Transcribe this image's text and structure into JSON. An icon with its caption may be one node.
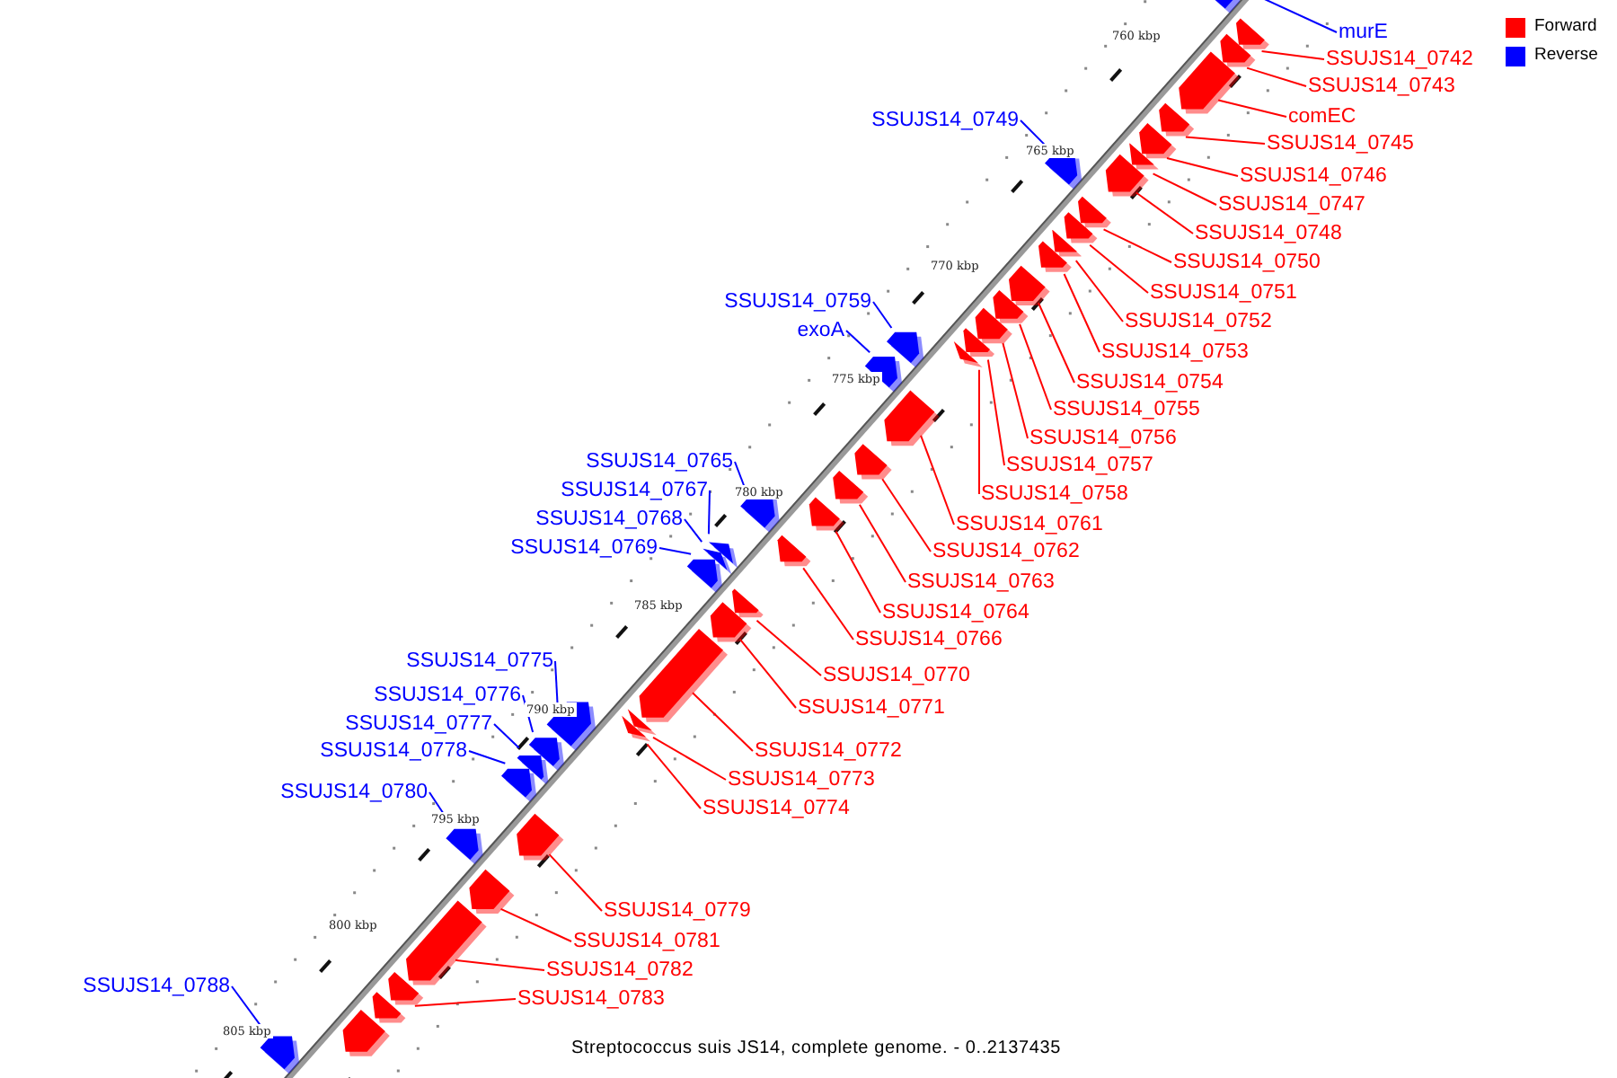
{
  "diagram": {
    "caption": "Streptococcus suis JS14, complete genome. - 0..2137435",
    "nodes": [
      {
        "text": [
          "murE"
        ]
      },
      {
        "text": [],
        "shape": "arrow"
      },
      {
        "text": [
          "SSUJS14_0742"
        ]
      },
      {
        "text": [],
        "shape": "arrow"
      },
      {
        "text": [
          "SSUJS14_0743"
        ]
      },
      {
        "text": [],
        "shape": "arrow"
      },
      {
        "text": [
          "comEC"
        ]
      },
      {
        "text": [],
        "shape": "arrow"
      },
      {
        "text": [
          "SSUJS14_0749"
        ]
      },
      {
        "text": [],
        "shape": "arrow"
      },
      {
        "text": [
          "SSUJS14_0745"
        ]
      },
      {
        "text": [],
        "shape": "arrow"
      },
      {
        "text": [
          "SSUJS14_0746"
        ]
      },
      {
        "text": [],
        "shape": "arrow"
      },
      {
        "text": [
          "SSUJS14_0747"
        ]
      },
      {
        "text": [],
        "shape": "arrow"
      },
      {
        "text": [
          "SSUJS14_0748"
        ]
      },
      {
        "text": [],
        "shape": "arrow"
      },
      {
        "text": [
          "SSUJS14_0750"
        ]
      },
      {
        "text": [],
        "shape": "arrow"
      },
      {
        "text": [
          "SSUJS14_0751"
        ]
      },
      {
        "text": [],
        "shape": "arrow"
      },
      {
        "text": [
          "SSUJS14_0759"
        ]
      },
      {
        "text": [],
        "shape": "arrow"
      },
      {
        "text": [
          "SSUJS14_0752"
        ]
      },
      {
        "text": [],
        "shape": "arrow"
      },
      {
        "text": [
          "exoA"
        ]
      },
      {
        "text": [],
        "shape": "arrow"
      },
      {
        "text": [
          "SSUJS14_0753"
        ]
      },
      {
        "text": [],
        "shape": "arrow"
      },
      {
        "text": [
          "SSUJS14_0754"
        ]
      },
      {
        "text": [],
        "shape": "arrow"
      },
      {
        "text": [
          "SSUJS14_0755"
        ]
      },
      {
        "text": [],
        "shape": "arrow"
      },
      {
        "text": [
          "SSUJS14_0756"
        ]
      },
      {
        "text": [],
        "shape": "arrow"
      },
      {
        "text": [
          "SSUJS14_0765"
        ]
      },
      {
        "text": [],
        "shape": "arrow"
      },
      {
        "text": [
          "SSUJS14_0757"
        ]
      },
      {
        "text": [],
        "shape": "arrow"
      },
      {
        "text": [
          "SSUJS14_0767"
        ]
      },
      {
        "text": [],
        "shape": "arrow"
      },
      {
        "text": [
          "SSUJS14_0758"
        ]
      },
      {
        "text": [],
        "shape": "arrow"
      },
      {
        "text": [
          "SSUJS14_0768"
        ]
      },
      {
        "text": [],
        "shape": "arrow"
      },
      {
        "text": [
          "SSUJS14_0761"
        ]
      },
      {
        "text": [],
        "shape": "arrow"
      },
      {
        "text": [
          "SSUJS14_0769"
        ]
      },
      {
        "text": [],
        "shape": "arrow"
      },
      {
        "text": [
          "SSUJS14_0762"
        ]
      },
      {
        "text": [],
        "shape": "arrow"
      },
      {
        "text": [
          "SSUJS14_0763"
        ]
      },
      {
        "text": [],
        "shape": "arrow"
      },
      {
        "text": [
          "SSUJS14_0764"
        ]
      },
      {
        "text": [],
        "shape": "arrow"
      },
      {
        "text": [
          "SSUJS14_0766"
        ]
      },
      {
        "text": [],
        "shape": "arrow"
      },
      {
        "text": [
          "SSUJS14_0775"
        ]
      },
      {
        "text": [],
        "shape": "arrow"
      },
      {
        "text": [
          "SSUJS14_0770"
        ]
      },
      {
        "text": [],
        "shape": "arrow"
      },
      {
        "text": [
          "SSUJS14_0776"
        ]
      },
      {
        "text": [],
        "shape": "arrow"
      },
      {
        "text": [
          "SSUJS14_0771"
        ]
      },
      {
        "text": [],
        "shape": "arrow"
      },
      {
        "text": [
          "SSUJS14_0777"
        ]
      },
      {
        "text": [],
        "shape": "arrow"
      },
      {
        "text": [
          "SSUJS14_0778"
        ]
      },
      {
        "text": [],
        "shape": "arrow"
      },
      {
        "text": [
          "SSUJS14_0772"
        ]
      },
      {
        "text": [],
        "shape": "arrow"
      },
      {
        "text": [
          "SSUJS14_0773"
        ]
      },
      {
        "text": [],
        "shape": "arrow"
      },
      {
        "text": [
          "SSUJS14_0780"
        ]
      },
      {
        "text": [],
        "shape": "arrow"
      },
      {
        "text": [
          "SSUJS14_0774"
        ]
      },
      {
        "text": [],
        "shape": "arrow"
      },
      {
        "text": [
          "SSUJS14_0779"
        ]
      },
      {
        "text": [],
        "shape": "arrow"
      },
      {
        "text": [
          "SSUJS14_0781"
        ]
      },
      {
        "text": [],
        "shape": "arrow"
      },
      {
        "text": [
          "SSUJS14_0782"
        ]
      },
      {
        "text": [],
        "shape": "arrow"
      },
      {
        "text": [
          "SSUJS14_0788"
        ]
      },
      {
        "text": [],
        "shape": "arrow"
      },
      {
        "text": [
          "SSUJS14_0783"
        ]
      },
      {
        "text": [],
        "shape": "arrow"
      }
    ],
    "edges": [
      {
        "from": 0,
        "to": 1,
        "arrow": "none",
        "color": "#0000ff"
      },
      {
        "from": 2,
        "to": 3,
        "arrow": "none"
      },
      {
        "from": 4,
        "to": 5,
        "arrow": "none"
      },
      {
        "from": 6,
        "to": 7,
        "arrow": "none"
      },
      {
        "from": 8,
        "to": 9,
        "arrow": "none",
        "color": "#0000ff"
      },
      {
        "from": 10,
        "to": 11,
        "arrow": "none"
      },
      {
        "from": 12,
        "to": 13,
        "arrow": "none"
      },
      {
        "from": 14,
        "to": 15,
        "arrow": "none"
      },
      {
        "from": 16,
        "to": 17,
        "arrow": "none"
      },
      {
        "from": 18,
        "to": 19,
        "arrow": "none"
      },
      {
        "from": 20,
        "to": 21,
        "arrow": "none"
      },
      {
        "from": 22,
        "to": 23,
        "arrow": "none",
        "color": "#0000ff"
      },
      {
        "from": 24,
        "to": 25,
        "arrow": "none"
      },
      {
        "from": 26,
        "to": 27,
        "arrow": "none",
        "color": "#0000ff"
      },
      {
        "from": 28,
        "to": 29,
        "arrow": "none"
      },
      {
        "from": 30,
        "to": 31,
        "arrow": "none"
      },
      {
        "from": 32,
        "to": 33,
        "arrow": "none"
      },
      {
        "from": 34,
        "to": 35,
        "arrow": "none"
      },
      {
        "from": 36,
        "to": 37,
        "arrow": "none",
        "color": "#0000ff"
      },
      {
        "from": 38,
        "to": 39,
        "arrow": "none"
      },
      {
        "from": 40,
        "to": 41,
        "arrow": "none",
        "color": "#0000ff"
      },
      {
        "from": 42,
        "to": 43,
        "arrow": "none"
      },
      {
        "from": 44,
        "to": 45,
        "arrow": "none",
        "color": "#0000ff"
      },
      {
        "from": 46,
        "to": 47,
        "arrow": "none"
      },
      {
        "from": 48,
        "to": 49,
        "arrow": "none",
        "color": "#0000ff"
      },
      {
        "from": 50,
        "to": 51,
        "arrow": "none"
      },
      {
        "from": 52,
        "to": 53,
        "arrow": "none"
      },
      {
        "from": 54,
        "to": 55,
        "arrow": "none"
      },
      {
        "from": 56,
        "to": 57,
        "arrow": "none"
      },
      {
        "from": 58,
        "to": 59,
        "arrow": "none",
        "color": "#0000ff"
      },
      {
        "from": 60,
        "to": 61,
        "arrow": "none"
      },
      {
        "from": 62,
        "to": 63,
        "arrow": "none",
        "color": "#0000ff"
      },
      {
        "from": 64,
        "to": 65,
        "arrow": "none"
      },
      {
        "from": 66,
        "to": 67,
        "arrow": "none",
        "color": "#0000ff"
      },
      {
        "from": 68,
        "to": 69,
        "arrow": "none",
        "color": "#0000ff"
      },
      {
        "from": 70,
        "to": 71,
        "arrow": "none"
      },
      {
        "from": 72,
        "to": 73,
        "arrow": "none"
      },
      {
        "from": 74,
        "to": 75,
        "arrow": "none",
        "color": "#0000ff"
      },
      {
        "from": 76,
        "to": 77,
        "arrow": "none"
      },
      {
        "from": 78,
        "to": 79,
        "arrow": "none"
      },
      {
        "from": 80,
        "to": 81,
        "arrow": "none"
      },
      {
        "from": 82,
        "to": 83,
        "arrow": "none"
      },
      {
        "from": 84,
        "to": 85,
        "arrow": "none",
        "color": "#0000ff"
      },
      {
        "from": 86,
        "to": 87,
        "arrow": "none"
      }
    ],
    "labels": [
      "760 kbp",
      "765 kbp",
      "770 kbp",
      "775 kbp",
      "780 kbp",
      "785 kbp",
      "790 kbp",
      "795 kbp",
      "800 kbp",
      "805 kbp"
    ],
    "legend": [
      {
        "text": "Forward",
        "color": "#ff0000"
      },
      {
        "text": "Reverse",
        "color": "#0000ff"
      }
    ]
  }
}
